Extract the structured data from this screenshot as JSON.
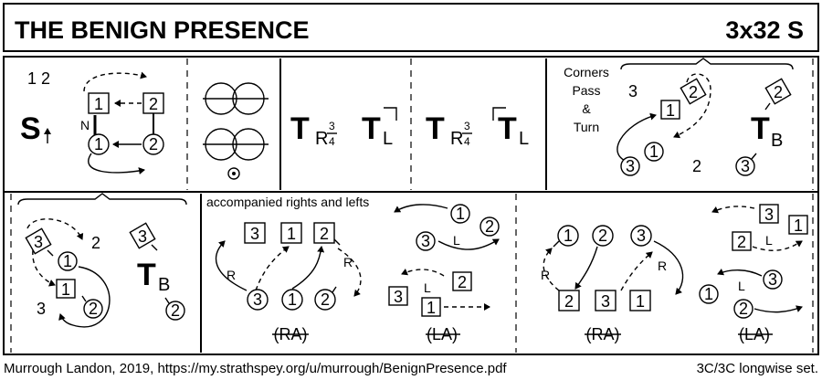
{
  "header": {
    "title": "THE BENIGN PRESENCE",
    "set_format": "3x32 S"
  },
  "footer": {
    "credit": "Murrough Landon, 2019, https://my.strathspey.org/u/murrough/BenignPresence.pdf",
    "set_type": "3C/3C longwise set."
  },
  "row1": {
    "bars": "1 2",
    "setting": "S",
    "n_label": "N",
    "tr_34": "T",
    "tr_sub": "R",
    "frac_num": "3",
    "frac_den": "4",
    "tl": "T",
    "tl_sub": "L",
    "corners_text": [
      "Corners",
      "Pass",
      "&",
      "Turn"
    ],
    "corner_bar_no": "3",
    "tb": "T",
    "tb_sub": "B",
    "couple_no_2": "2"
  },
  "row2": {
    "accompanied": "accompanied rights and lefts",
    "r_label": "R",
    "l_label": "L",
    "ra": "(RA)",
    "la": "(LA)",
    "couple_no_2": "2",
    "couple_no_3": "3",
    "tb": "T",
    "tb_sub": "B"
  },
  "dancers": {
    "one": "1",
    "two": "2",
    "three": "3"
  }
}
